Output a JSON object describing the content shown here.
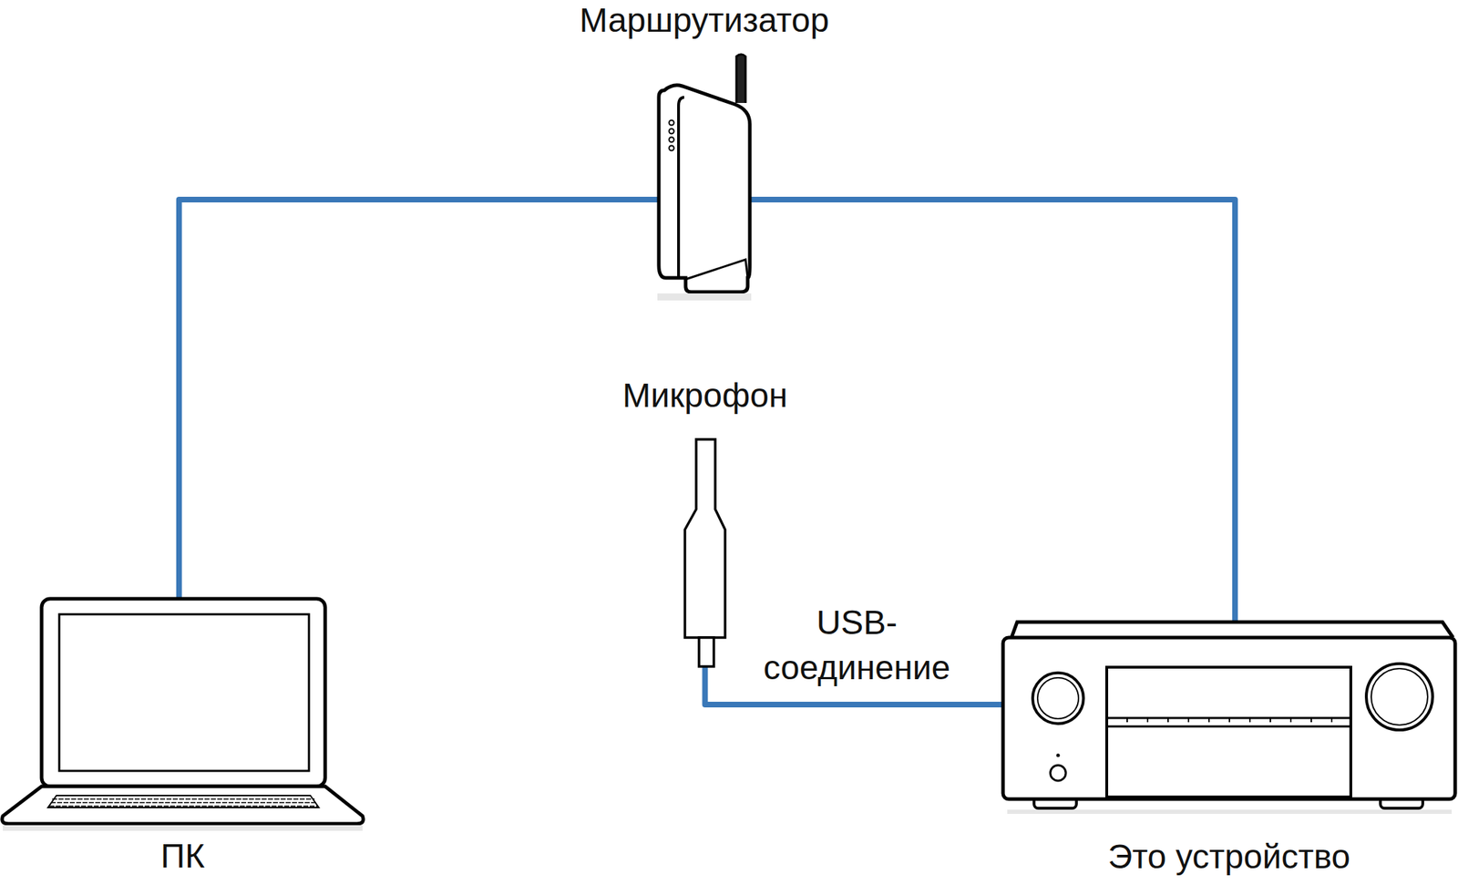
{
  "diagram": {
    "nodes": [
      {
        "text": [
          "Маршрутизатор"
        ]
      },
      {
        "text": [
          "Микрофон"
        ]
      },
      {
        "text": [
          "ПК"
        ]
      },
      {
        "text": [
          "Это устройство"
        ]
      }
    ],
    "edges": [
      {
        "from": 2,
        "to": 0,
        "arrow": "none"
      },
      {
        "from": 0,
        "to": 3,
        "arrow": "none"
      },
      {
        "from": 1,
        "to": 3,
        "label": "USB- соединение",
        "arrow": "none"
      }
    ]
  }
}
